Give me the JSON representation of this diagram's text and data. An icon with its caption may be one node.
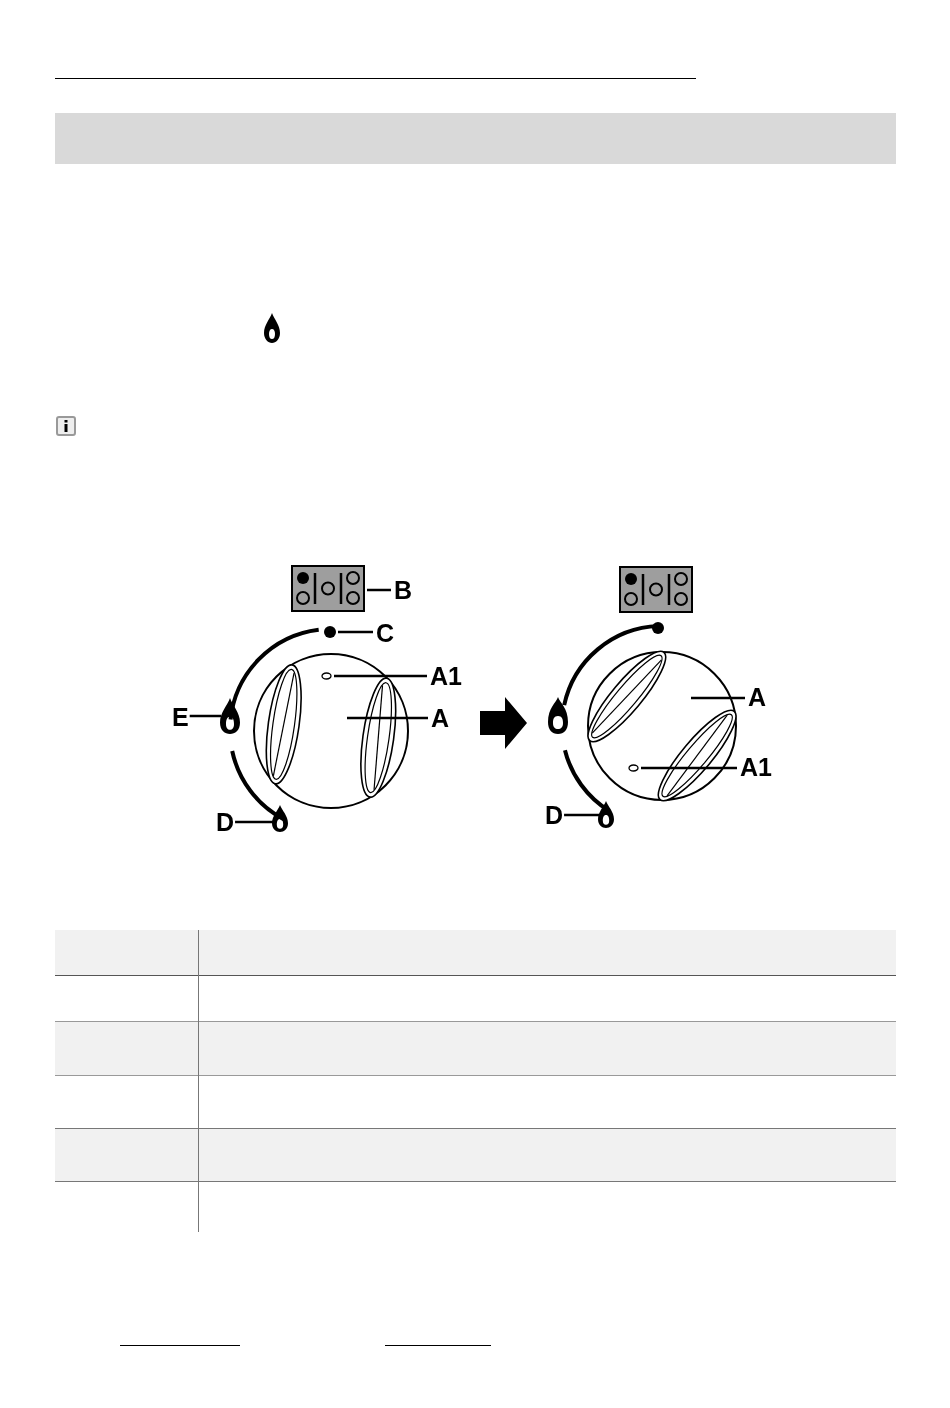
{
  "diagram": {
    "nodes": [
      {
        "text": [],
        "shape": "bar"
      },
      {
        "text": [
          "B"
        ]
      },
      {
        "text": [],
        "shape": "box"
      },
      {
        "text": [
          "C"
        ]
      },
      {
        "text": [],
        "shape": "circle"
      },
      {
        "text": [
          "A1"
        ]
      },
      {
        "text": [
          "A"
        ]
      },
      {
        "text": [],
        "shape": "circle"
      },
      {
        "text": [],
        "shape": "circle",
        "in": 7
      },
      {
        "text": [
          "E"
        ]
      },
      {
        "text": [],
        "shape": "flame"
      },
      {
        "text": [
          "D"
        ]
      },
      {
        "text": [],
        "shape": "flame"
      },
      {
        "text": [
          "A"
        ]
      },
      {
        "text": [
          "A1"
        ]
      },
      {
        "text": [],
        "shape": "circle"
      },
      {
        "text": [],
        "shape": "circle",
        "in": 15
      },
      {
        "text": [
          "D"
        ]
      },
      {
        "text": [],
        "shape": "flame"
      }
    ],
    "edges": [
      {
        "from": 1,
        "to": 2,
        "arrow": "none"
      },
      {
        "from": 3,
        "to": 4,
        "arrow": "none"
      },
      {
        "from": 5,
        "to": 8,
        "arrow": "none"
      },
      {
        "from": 6,
        "to": 7,
        "arrow": "none"
      },
      {
        "from": 9,
        "to": 10,
        "arrow": "none"
      },
      {
        "from": 11,
        "to": 12,
        "arrow": "none"
      },
      {
        "from": 13,
        "to": 15,
        "arrow": "none"
      },
      {
        "from": 14,
        "to": 16,
        "arrow": "none"
      },
      {
        "from": 17,
        "to": 18,
        "arrow": "none"
      }
    ]
  }
}
